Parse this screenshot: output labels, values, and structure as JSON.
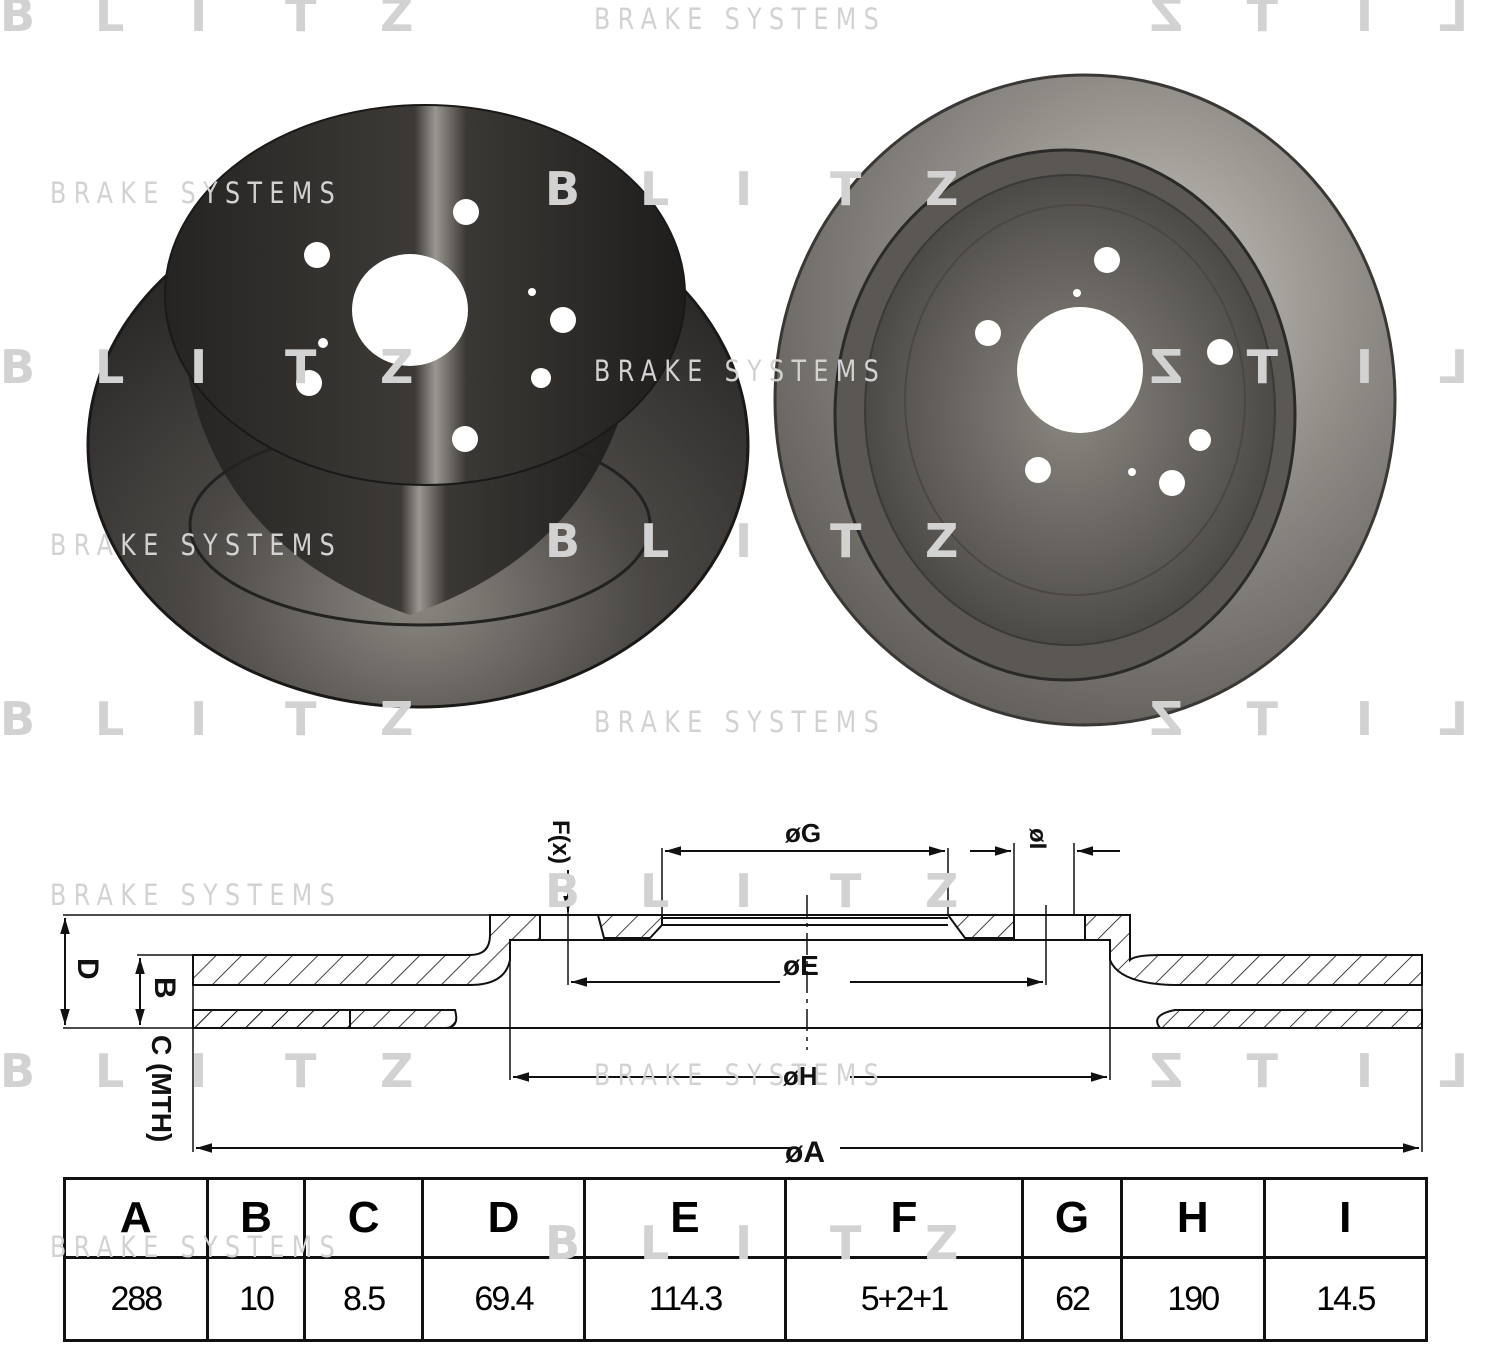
{
  "watermark": {
    "brand_letters": [
      "B",
      "L",
      "I",
      "T",
      "Z"
    ],
    "tagline": "BRAKE SYSTEMS",
    "color": "#d2d2d2"
  },
  "photos": [
    {
      "name": "brake-disc-front-view",
      "description": "rear solid brake disc, hat side up"
    },
    {
      "name": "brake-disc-back-view",
      "description": "rear solid brake disc, inner side"
    }
  ],
  "drawing": {
    "labels": {
      "F": "F(x)",
      "G": "øG",
      "I": "øI",
      "E": "øE",
      "H": "øH",
      "A": "øA",
      "D": "D",
      "B": "B",
      "C": "C (MTH)"
    }
  },
  "spec_table": {
    "headers": [
      "A",
      "B",
      "C",
      "D",
      "E",
      "F",
      "G",
      "H",
      "I"
    ],
    "values": [
      "288",
      "10",
      "8.5",
      "69.4",
      "114.3",
      "5+2+1",
      "62",
      "190",
      "14.5"
    ]
  }
}
